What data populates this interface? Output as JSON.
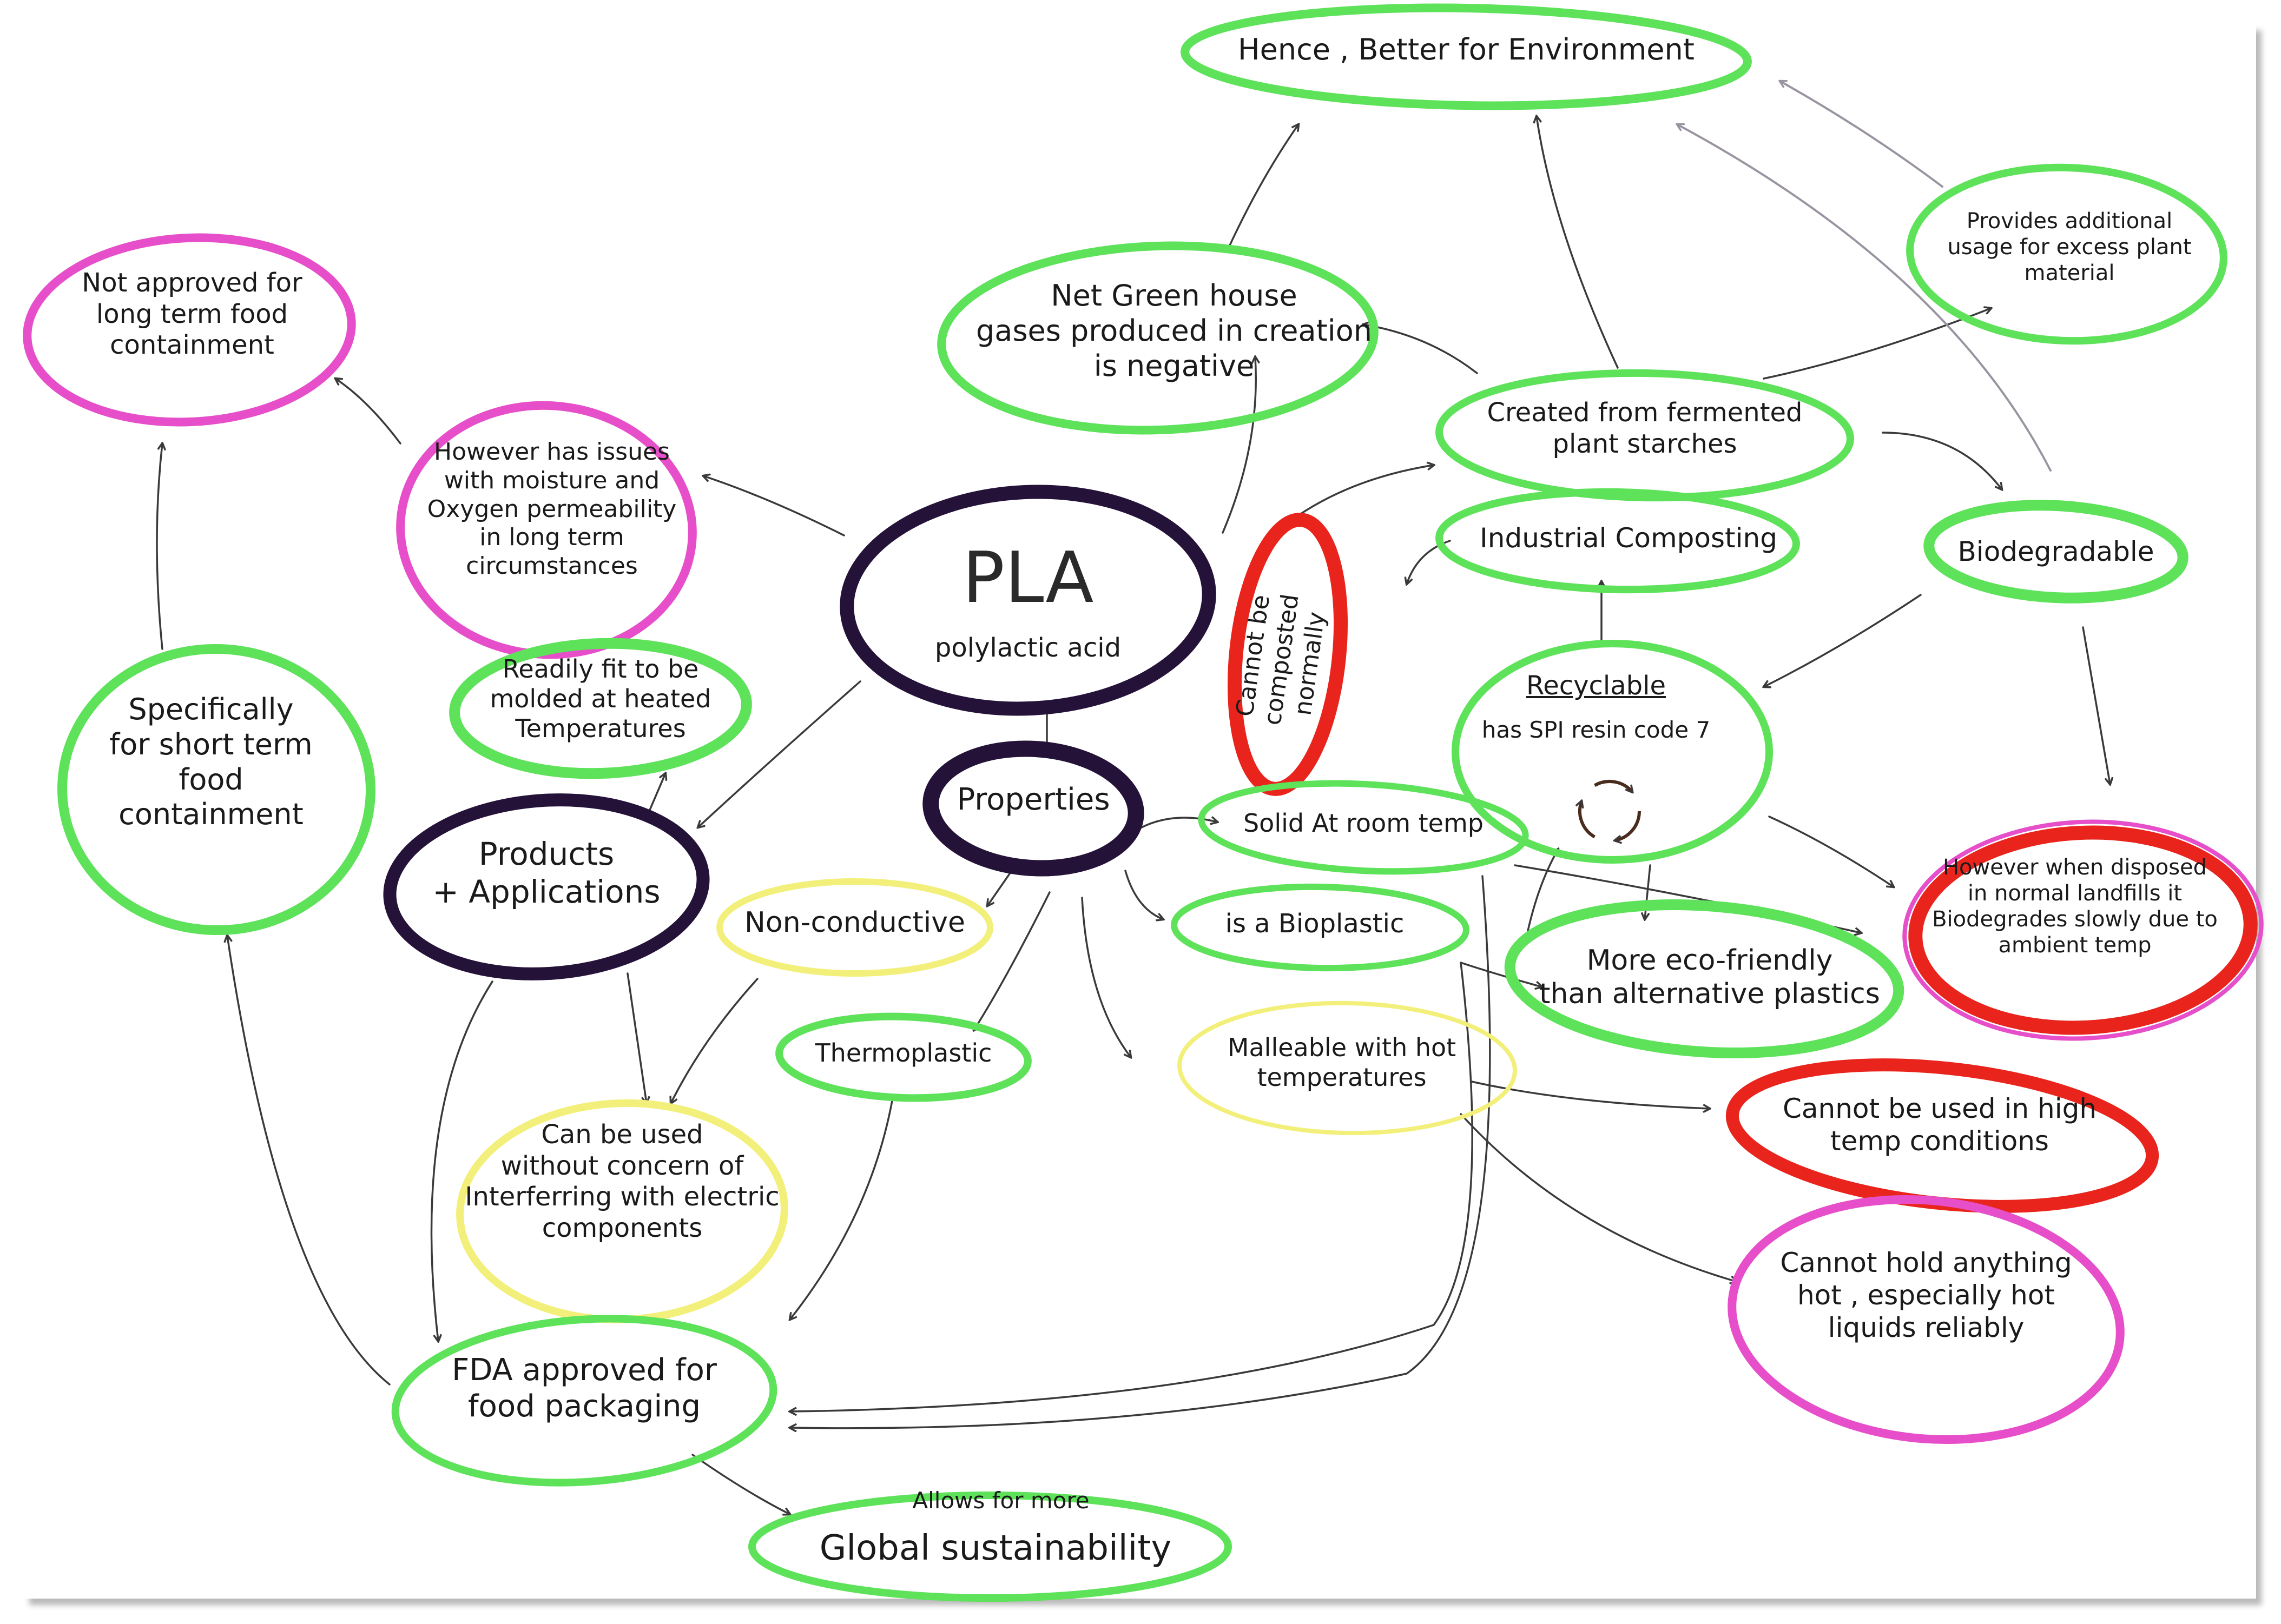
{
  "colors": {
    "green": "#5de25a",
    "pink": "#e64fc9",
    "red": "#e8241c",
    "yellow": "#f2f07a",
    "purple": "#241238",
    "ink": "#1a1a1a",
    "arrow": "#3a3a3a",
    "arrow_light": "#9a94a0"
  },
  "nodes": {
    "pla_title": "PLA",
    "pla_subtitle": "polylactic acid",
    "properties": "Properties",
    "products_applications": "Products\n+ Applications",
    "better_for_environment": "Hence ,   Better  for  Environment",
    "net_greenhouse": "Net  Green  house\ngases  produced  in  creation\nis  negative",
    "created_from_starches": "Created  from  fermented\nplant  starches",
    "provides_additional_usage": "Provides  additional\nusage  for  excess  plant\nmaterial",
    "biodegradable": "Biodegradable",
    "industrial_composting": "Industrial  Composting",
    "cannot_be_composted": "Cannot  be\ncomposted  normally",
    "recyclable_title": "Recyclable",
    "recyclable_detail": "has  SPI  resin  code  7",
    "however_landfill": "However  when  disposed\nin  normal  landfills  it\nBiodegrades  slowly  due  to\nambient  temp",
    "more_eco_friendly": "More  eco-friendly\nthan  alternative  plastics",
    "solid_at_room_temp": "Solid  At  room temp",
    "is_a_bioplastic": "is  a  Bioplastic",
    "malleable": "Malleable  with  hot\ntemperatures",
    "cannot_high_temp": "Cannot  be  used  in  high\ntemp  conditions",
    "cannot_hold_hot": "Cannot  hold  anything\nhot , especially  hot\nliquids   reliably",
    "non_conductive": "Non-conductive",
    "thermoplastic": "Thermoplastic",
    "can_be_used_electric": "Can  be  used\nwithout  concern  of\nInterferring  with  electric\ncomponents",
    "fda_approved": "FDA  approved  for\nfood  packaging",
    "global_sustainability_top": "Allows  for  more",
    "global_sustainability": "Global  sustainability",
    "moisture_issues": "However  has  issues\nwith  moisture  and\nOxygen  permeability\nin  long  term\ncircumstances",
    "readily_molded": "Readily  fit  to  be\nmolded  at  heated\nTemperatures",
    "not_approved_long_term": "Not  approved  for\nlong  term   food\ncontainment",
    "specifically_short_term": "Specifically\nfor  short  term\nfood\ncontainment"
  }
}
